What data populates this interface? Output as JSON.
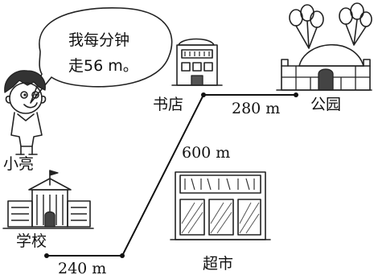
{
  "speech": {
    "line1": "我每分钟",
    "line2": "走56 m。"
  },
  "places": {
    "boy": "小亮",
    "school": "学校",
    "bookstore": "书店",
    "park": "公园",
    "supermarket": "超市"
  },
  "distances": {
    "school_to_turn": "240 m",
    "turn_to_bookstore": "600 m",
    "bookstore_to_park": "280 m"
  }
}
